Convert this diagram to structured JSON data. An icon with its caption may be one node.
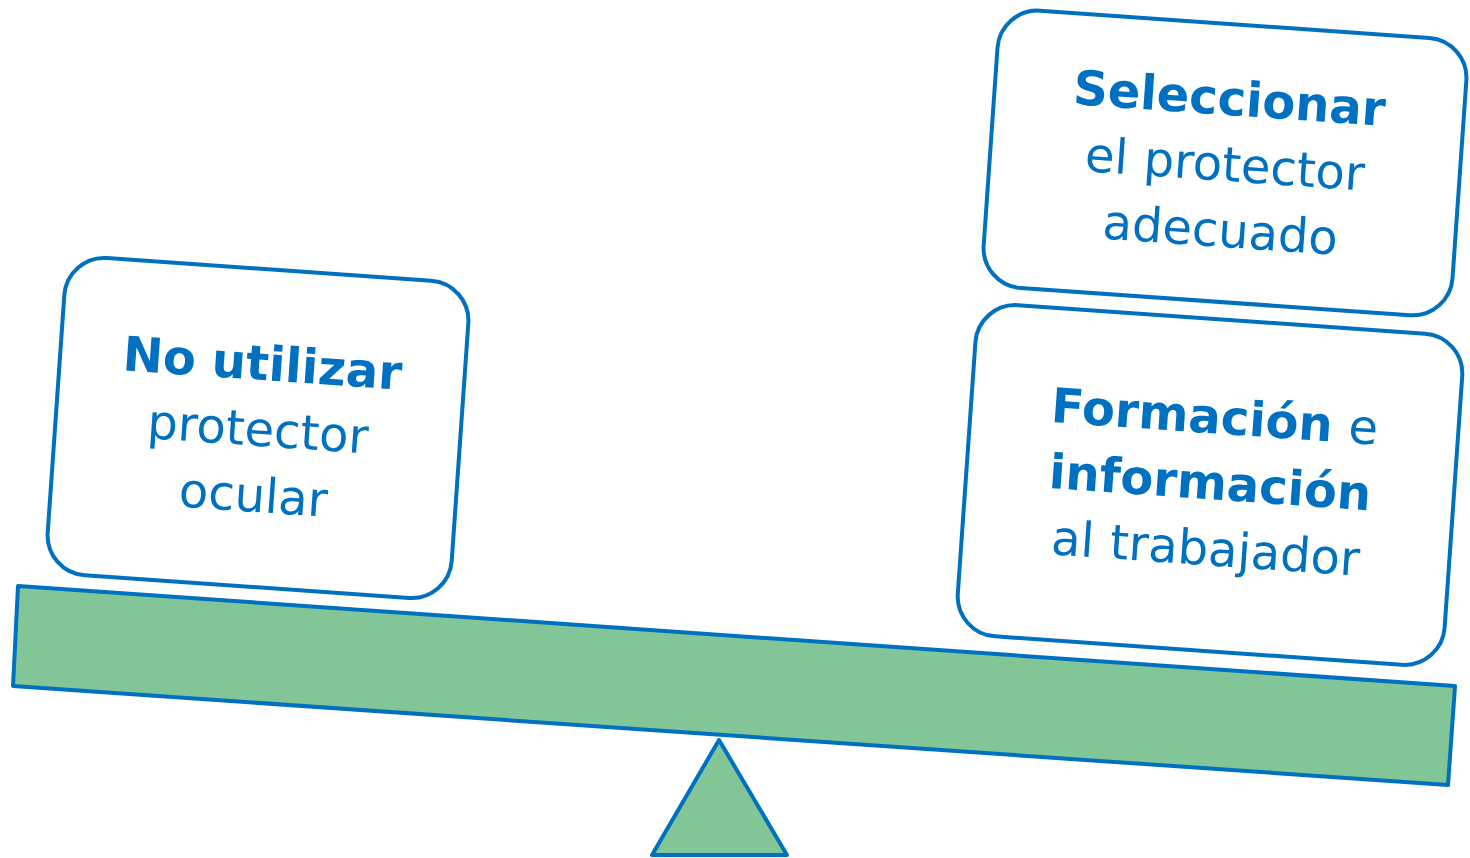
{
  "diagram": {
    "nodes": [
      {
        "text": [
          "**No utilizar** protector ocular"
        ]
      },
      {
        "text": [
          "**Seleccionar** el protector adecuado"
        ]
      },
      {
        "text": [
          "**Formación** e **información** al trabajador"
        ]
      }
    ]
  }
}
